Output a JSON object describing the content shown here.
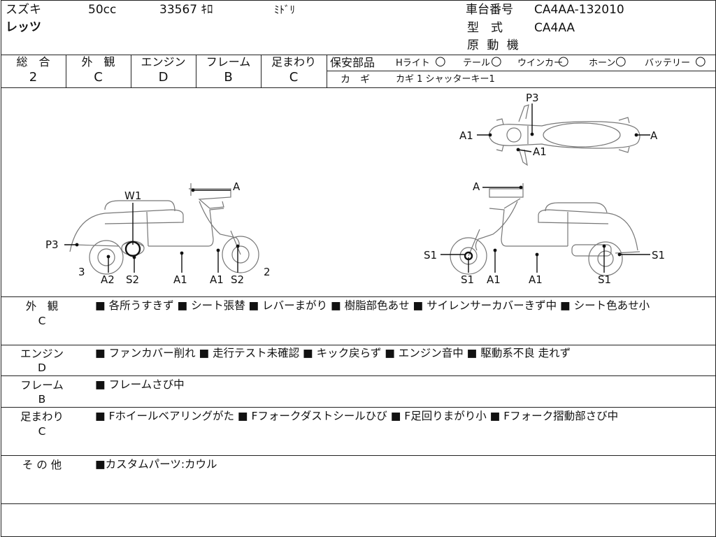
{
  "header": {
    "maker": "スズキ",
    "displacement": "50cc",
    "odometer": "33567 ｷﾛ",
    "color": "ﾐﾄﾞﾘ",
    "model_name": "レッツ",
    "frame_no_label": "車台番号",
    "frame_no": "CA4AA-132010",
    "model_label": "型　式",
    "model": "CA4AA",
    "engine_label": "原 動 機",
    "engine": ""
  },
  "grades": [
    {
      "label": "総　合",
      "value": "2"
    },
    {
      "label": "外　観",
      "value": "C"
    },
    {
      "label": "エンジン",
      "value": "D"
    },
    {
      "label": "フレーム",
      "value": "B"
    },
    {
      "label": "足まわり",
      "value": "C"
    }
  ],
  "safety": {
    "label": "保安部品",
    "items": [
      {
        "name": "Hライト",
        "status": "○"
      },
      {
        "name": "テール",
        "status": "○"
      },
      {
        "name": "ウインカー",
        "status": "○"
      },
      {
        "name": "ホーン",
        "status": "○"
      },
      {
        "name": "バッテリー",
        "status": "○"
      }
    ],
    "key_label": "カ　ギ",
    "key_value": "カギ 1  シャッターキー1"
  },
  "diagram": {
    "top_view": {
      "p3": "P3",
      "a1_left": "A1",
      "a_right": "A",
      "a1_bottom": "A1"
    },
    "left_view": {
      "w1": "W1",
      "a_top": "A",
      "p3": "P3",
      "three": "3",
      "a2": "A2",
      "s2_a": "S2",
      "a1_a": "A1",
      "a1_b": "A1",
      "s2_b": "S2",
      "two": "2"
    },
    "right_view": {
      "a_top": "A",
      "s1_left": "S1",
      "s1_right": "S1",
      "s1_front": "S1",
      "a1_a": "A1",
      "a1_b": "A1",
      "s1_rear": "S1"
    }
  },
  "sections": [
    {
      "label": "外　観",
      "grade": "C",
      "text": "■ 各所うすきず ■ シート張替 ■ レバーまがり ■ 樹脂部色あせ ■ サイレンサーカバーきず中 ■ シート色あせ小"
    },
    {
      "label": "エンジン",
      "grade": "D",
      "text": "■ ファンカバー削れ ■ 走行テスト未確認 ■ キック戻らず ■ エンジン音中 ■ 駆動系不良 走れず"
    },
    {
      "label": "フレーム",
      "grade": "B",
      "text": "■ フレームさび中"
    },
    {
      "label": "足まわり",
      "grade": "C",
      "text": "■ Fホイールベアリングがた ■ Fフォークダストシールひび ■ F足回りまがり小 ■ Fフォーク摺動部さび中"
    },
    {
      "label": "そ の 他",
      "grade": "",
      "text": "■カスタムパーツ:カウル"
    }
  ]
}
